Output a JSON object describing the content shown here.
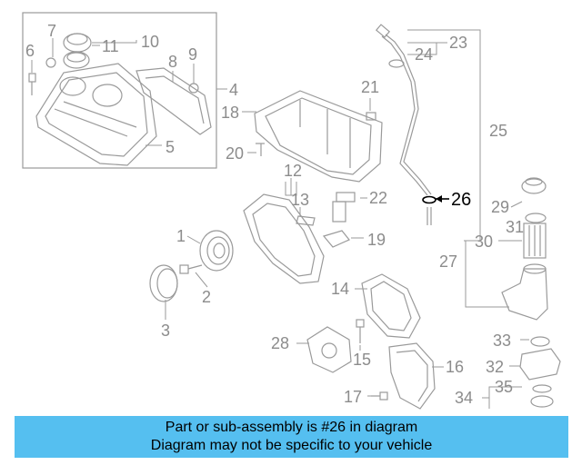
{
  "diagram": {
    "highlight_part": "26",
    "labels": [
      "1",
      "2",
      "3",
      "4",
      "5",
      "6",
      "7",
      "8",
      "9",
      "10",
      "11",
      "12",
      "13",
      "14",
      "15",
      "16",
      "17",
      "18",
      "19",
      "20",
      "21",
      "22",
      "23",
      "24",
      "25",
      "26",
      "27",
      "28",
      "29",
      "30",
      "31",
      "32",
      "33",
      "34",
      "35"
    ]
  },
  "banner": {
    "line1": "Part or sub-assembly is #26 in diagram",
    "line2": "Diagram may not be specific to your vehicle",
    "color": "#55bff0"
  }
}
